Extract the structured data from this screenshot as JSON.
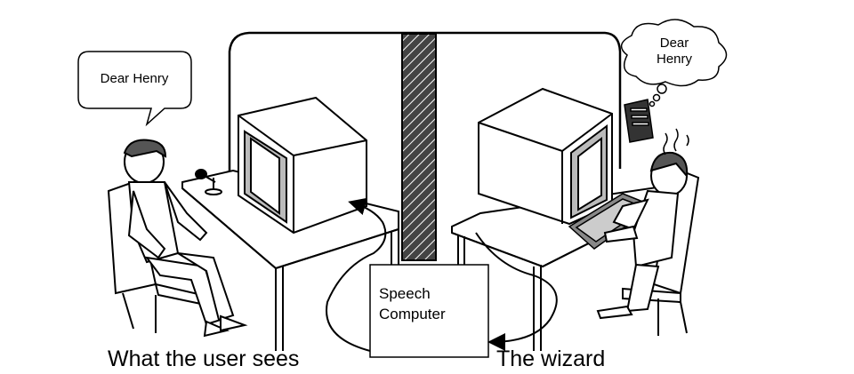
{
  "speech_bubble": {
    "text": "Dear Henry"
  },
  "thought_bubble": {
    "line1": "Dear",
    "line2": "Henry"
  },
  "speech_computer": {
    "line1": "Speech",
    "line2": "Computer"
  },
  "captions": {
    "user_side": "What the user sees",
    "wizard_side": "The wizard"
  },
  "colors": {
    "ink": "#000000",
    "paper": "#ffffff",
    "partition_dark": "#222222"
  }
}
